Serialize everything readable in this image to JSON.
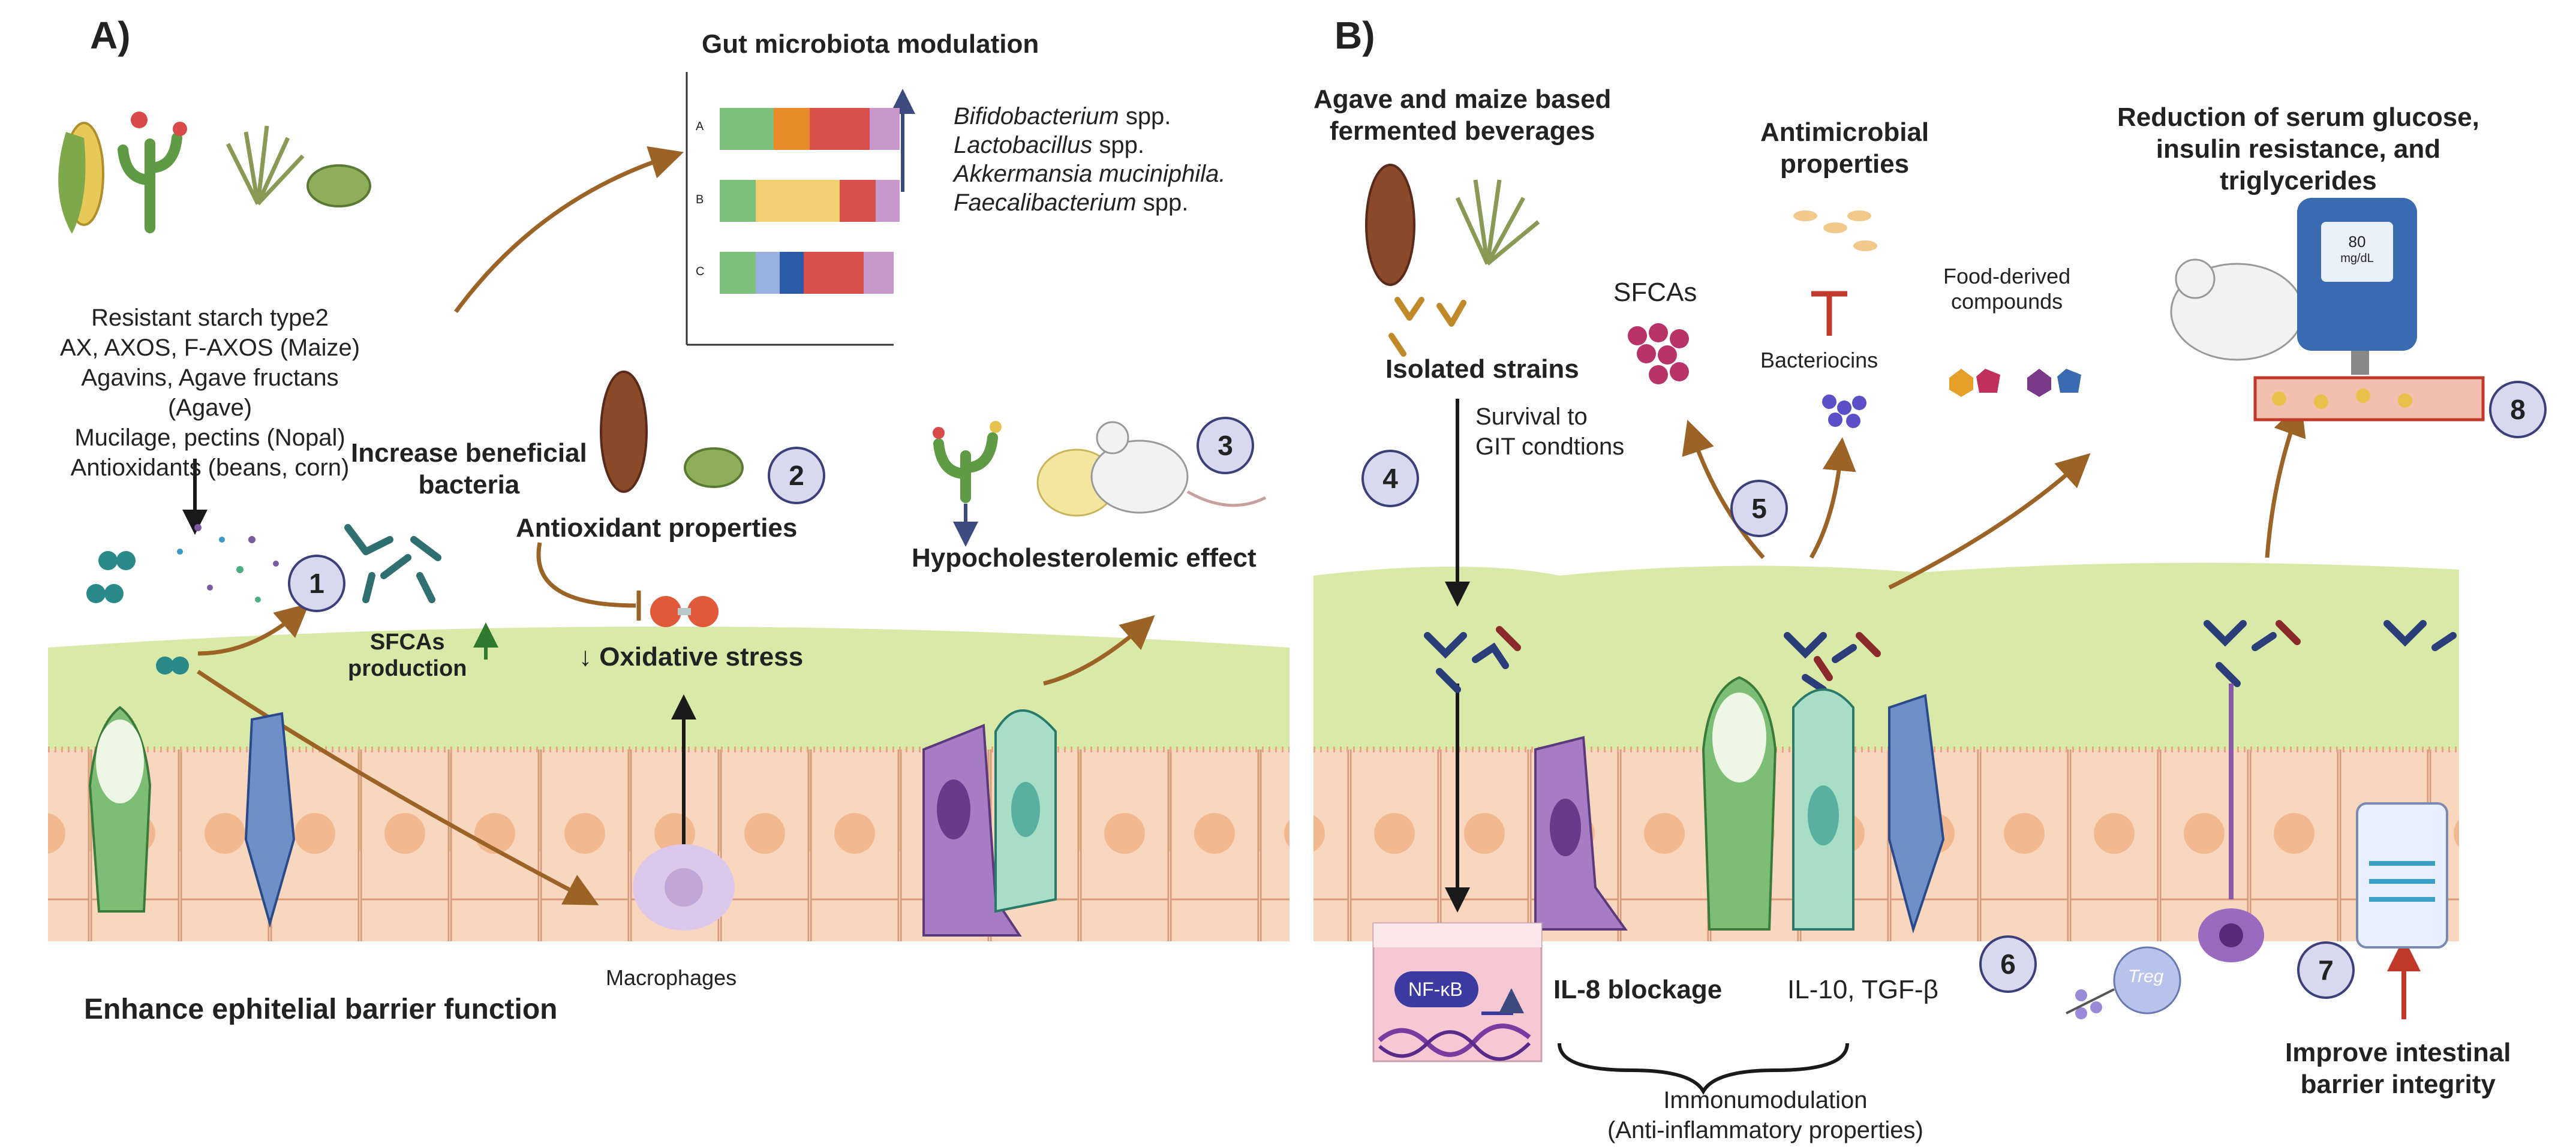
{
  "panelA": {
    "label": "A)",
    "sources": [
      "Resistant starch type2",
      "AX, AXOS, F-AXOS (Maize)",
      "Agavins, Agave fructans (Agave)",
      "Mucilage, pectins (Nopal)",
      "Antioxidants (beans, corn)"
    ],
    "increase_bacteria": "Increase beneficial\nbacteria",
    "gut_title": "Gut microbiota modulation",
    "bar_rows": [
      "A",
      "B",
      "C"
    ],
    "bacteria": [
      "Bifidobacterium",
      "Lactobacillus",
      "Akkermansia muciniphila.",
      "Faecalibacterium"
    ],
    "bacteria_suffix": [
      "spp.",
      "spp.",
      "",
      "spp."
    ],
    "antioxidant": "Antioxidant properties",
    "sfcas_production": "SFCAs\nproduction",
    "oxidative_stress": "↓ Oxidative stress",
    "hypocholesterolemic": "Hypocholesterolemic effect",
    "enhance_barrier": "Enhance ephitelial barrier function",
    "macrophages": "Macrophages",
    "numbers": [
      "1",
      "2",
      "3"
    ]
  },
  "panelB": {
    "label": "B)",
    "beverages": "Agave and maize based\nfermented beverages",
    "isolated": "Isolated strains",
    "survival": "Survival to\nGIT condtions",
    "antimicrobial": "Antimicrobial\nproperties",
    "sfcas": "SFCAs",
    "bacteriocins": "Bacteriocins",
    "food_derived": "Food-derived\ncompounds",
    "reduction": "Reduction of serum glucose,\ninsulin resistance, and\ntriglycerides",
    "meter_value": "80",
    "meter_unit": "mg/dL",
    "il8": "IL-8 blockage",
    "nfkb": "NF-κB",
    "il10": "IL-10, TGF-β",
    "treg": "Treg",
    "immuno": "Immonumodulation\n(Anti-inflammatory properties)",
    "improve": "Improve intestinal\nbarrier integrity",
    "numbers": [
      "4",
      "5",
      "6",
      "7",
      "8"
    ]
  },
  "colors": {
    "mucus": "#d9eaa8",
    "cells": "#f8d7be",
    "cell_border": "#d99a7a",
    "nucleus": "#f2b990",
    "arrow_brown": "#9c6327",
    "arrow_dark": "#1a1a1a",
    "arrow_navy": "#3c4a7e",
    "num_fill": "#d8d8ee",
    "num_border": "#3b3f7a"
  }
}
